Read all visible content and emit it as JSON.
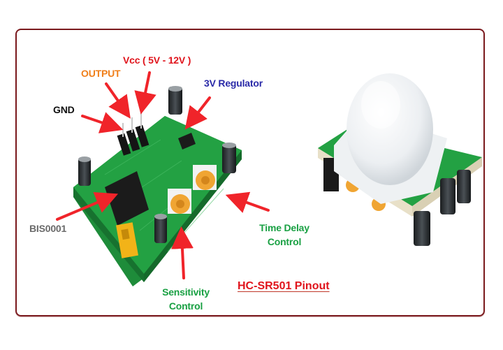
{
  "diagram": {
    "title": "HC-SR501 Pinout",
    "title_color": "#e0141c",
    "frame_color": "#7b1a1e",
    "arrow_color": "#f0242a",
    "labels": {
      "vcc": {
        "text": "Vcc ( 5V - 12V )",
        "color": "#e0141c"
      },
      "output": {
        "text": "OUTPUT",
        "color": "#f07f1a"
      },
      "gnd": {
        "text": "GND",
        "color": "#111111"
      },
      "regulator": {
        "text": "3V Regulator",
        "color": "#2a2aa8"
      },
      "bis": {
        "text": "BIS0001",
        "color": "#6a6a6a"
      },
      "time_delay_line1": {
        "text": "Time Delay",
        "color": "#19a043"
      },
      "time_delay_line2": {
        "text": "Control",
        "color": "#19a043"
      },
      "sensitivity_line1": {
        "text": "Sensitivity",
        "color": "#19a043"
      },
      "sensitivity_line2": {
        "text": "Control",
        "color": "#19a043"
      }
    },
    "images": {
      "board_bottom": "PCB underside with header pins, BIS0001 IC, capacitors, potentiometers and jumper",
      "board_top": "PIR sensor module with white Fresnel dome lens"
    }
  }
}
